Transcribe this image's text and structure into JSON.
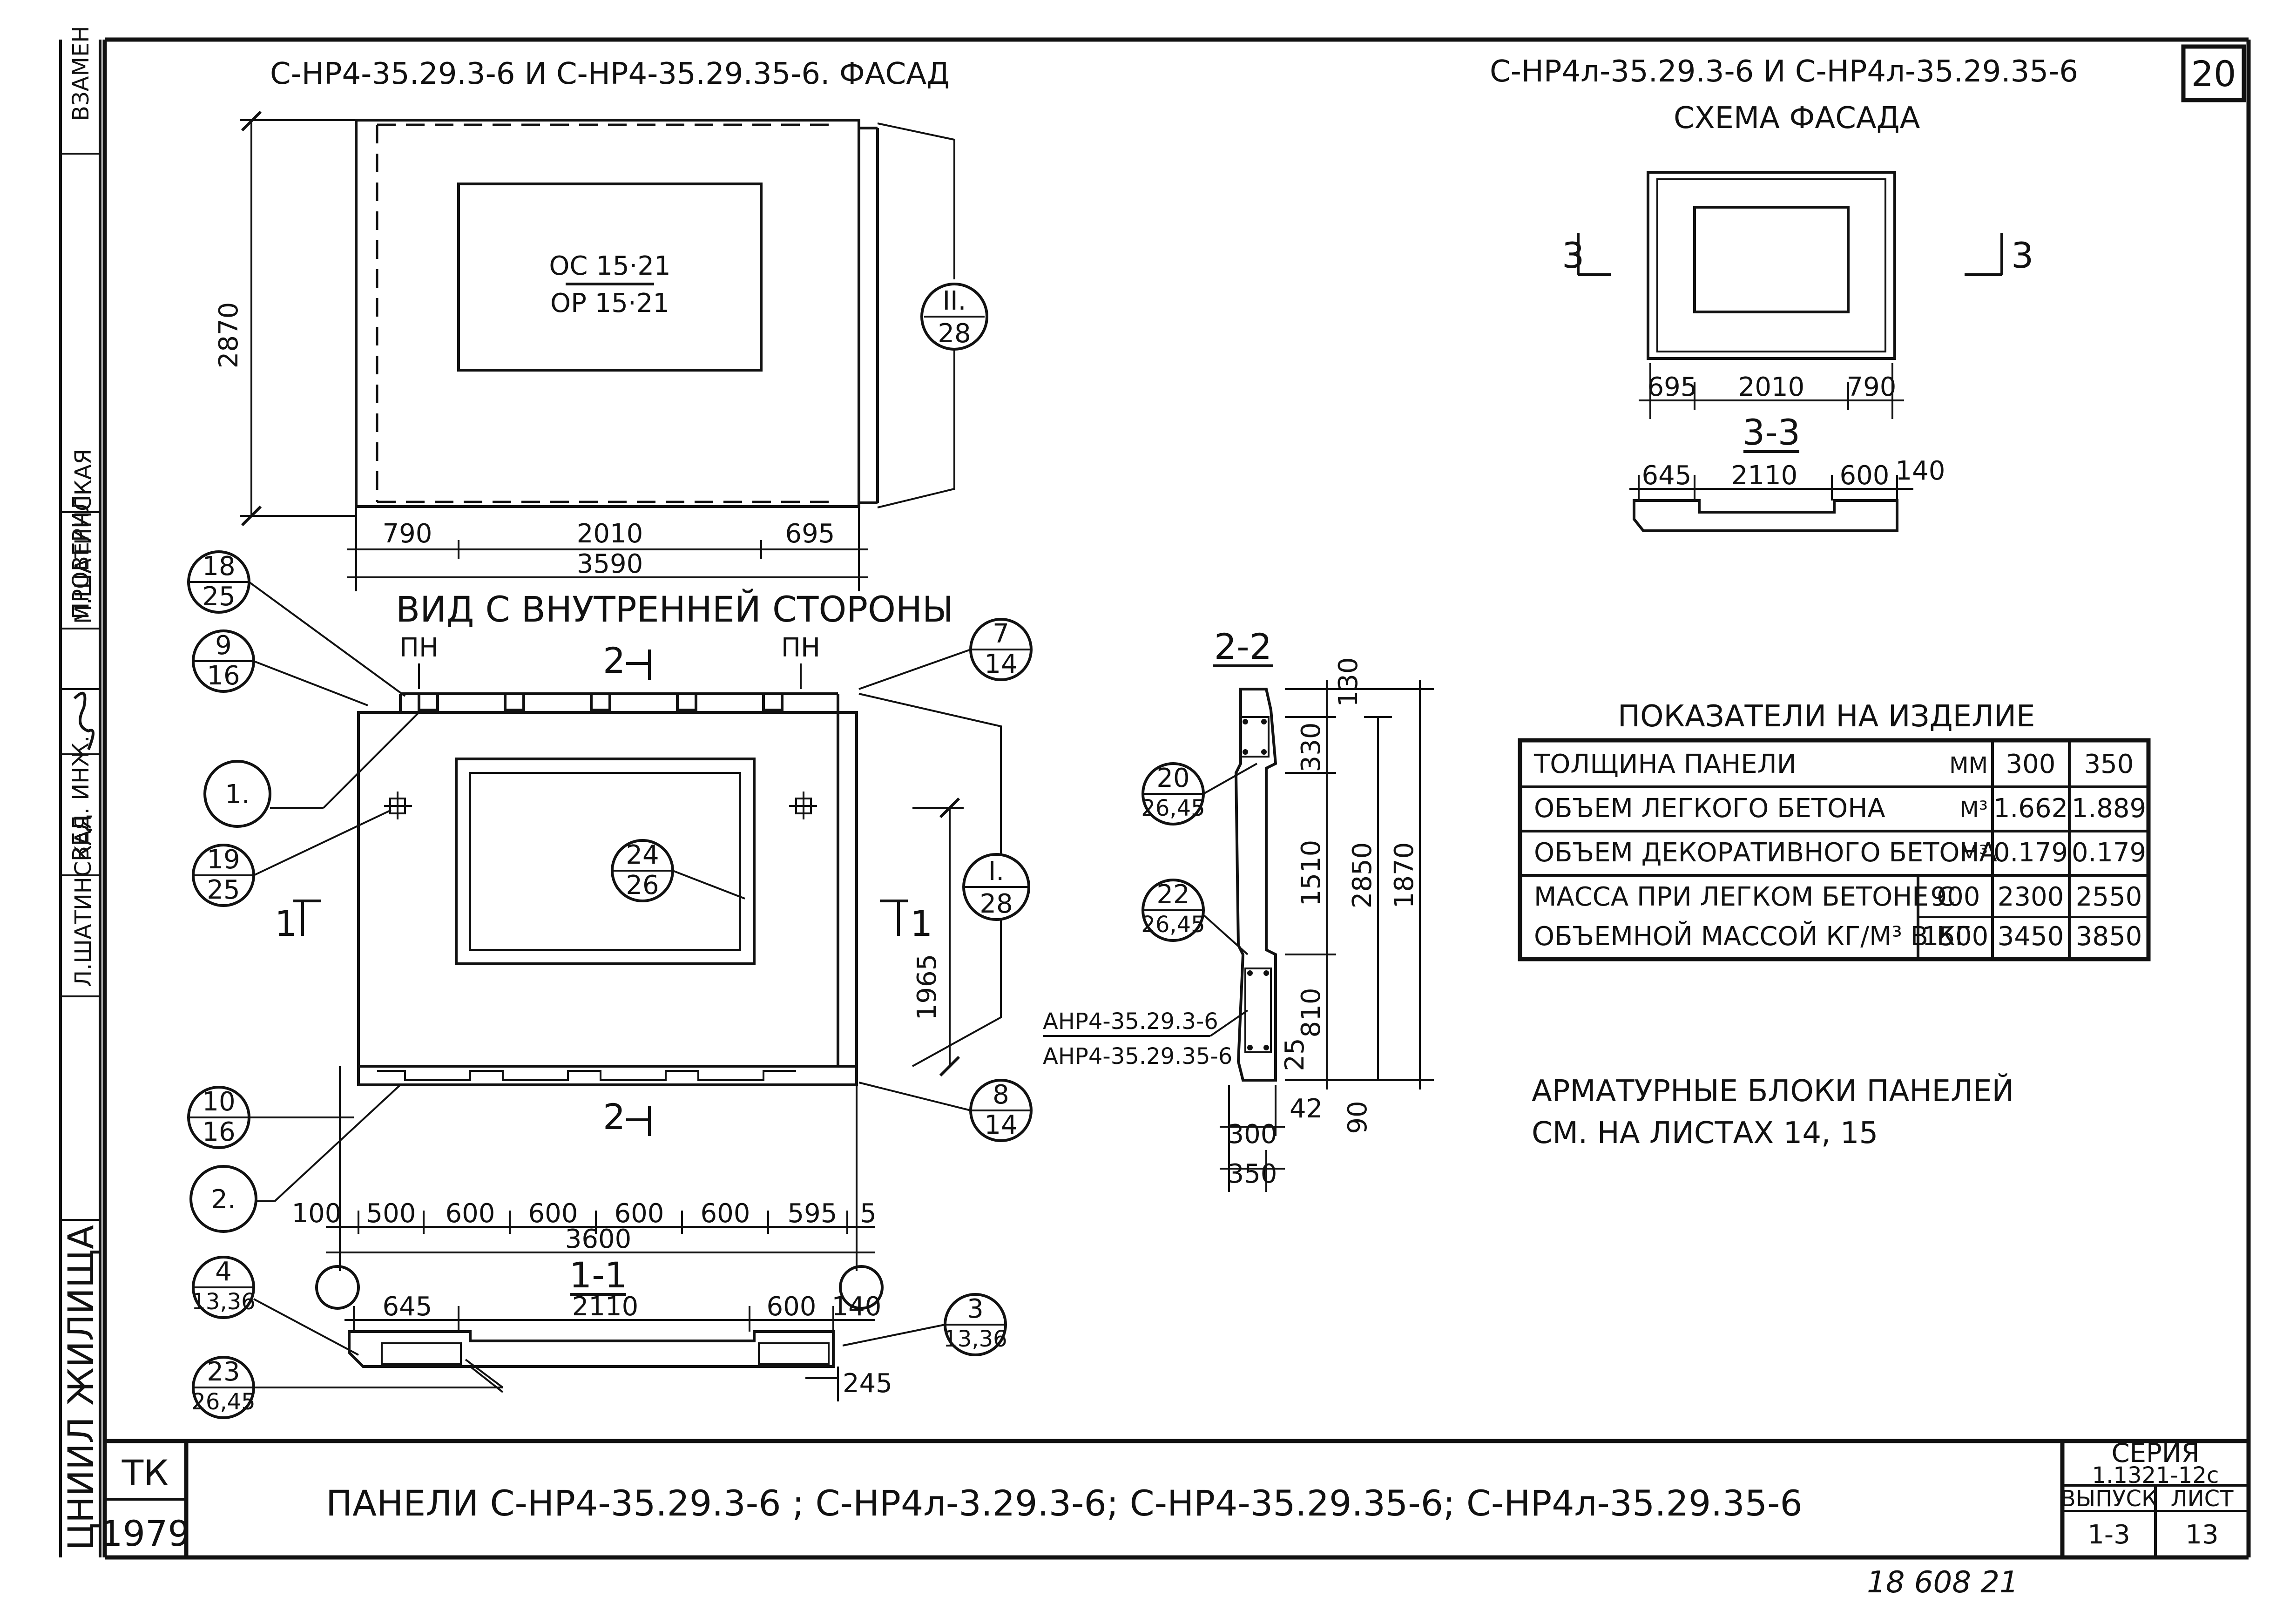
{
  "sheet": {
    "sheet_number": "20",
    "stamp_code": "18 608   21"
  },
  "left_margin": {
    "org": "ЦНИИЛ ЖИЛИЩА",
    "stamp_text": "ВЗАМЕН",
    "roles": [
      "ВЕД. ИНЖ.",
      "ПРОВЕРИЛ"
    ],
    "names": [
      "М.ШАТИНСКАЯ",
      "Л.ШАТИНСКАЯ"
    ]
  },
  "title_block": {
    "tk": "ТК",
    "year": "1979",
    "title": "ПАНЕЛИ С-НР4-35.29.3-6 ; С-НР4л-3.29.3-6;  С-НР4-35.29.35-6; С-НР4л-35.29.35-6",
    "series_label": "СЕРИЯ",
    "series_value": "1.1321-12с",
    "issue_label": "ВЫПУСК",
    "issue_value": "1-3",
    "sheet_label": "ЛИСТ",
    "sheet_value": "13"
  },
  "facade": {
    "title": "С-НР4-35.29.3-6 И С-НР4-35.29.35-6. ФАСАД",
    "window_label_top": "ОС 15·21",
    "window_label_bottom": "ОР 15·21",
    "dim_height": "2870",
    "dims_bottom": [
      "790",
      "2010",
      "695"
    ],
    "dim_total": "3590",
    "callout": {
      "top": "II.",
      "bottom": "28"
    }
  },
  "inner": {
    "title": "ВИД С ВНУТРЕННЕЙ СТОРОНЫ",
    "pn_left": "ПН",
    "pn_right": "ПН",
    "section_mark_top": "2",
    "section_mark_bottom": "2",
    "section_mark_left": "1",
    "section_mark_right": "1",
    "dim_1965": "1965",
    "dims_bottom": [
      "100",
      "500",
      "600",
      "600",
      "600",
      "600",
      "595",
      "5"
    ],
    "dim_total": "3600",
    "axis_left": "",
    "axis_right": ""
  },
  "callouts": [
    {
      "top": "18",
      "bottom": "25"
    },
    {
      "top": "9",
      "bottom": "16"
    },
    {
      "top": "7",
      "bottom": "14"
    },
    {
      "top": "1.",
      "bottom": ""
    },
    {
      "top": "19",
      "bottom": "25"
    },
    {
      "top": "24",
      "bottom": "26"
    },
    {
      "top": "I.",
      "bottom": "28"
    },
    {
      "top": "10",
      "bottom": "16"
    },
    {
      "top": "8",
      "bottom": "14"
    },
    {
      "top": "2.",
      "bottom": ""
    },
    {
      "top": "4",
      "bottom": "13,36"
    },
    {
      "top": "3",
      "bottom": "13,36"
    },
    {
      "top": "23",
      "bottom": "26,45"
    },
    {
      "top": "20",
      "bottom": "26,45"
    },
    {
      "top": "22",
      "bottom": "26,45"
    }
  ],
  "section_1_1": {
    "title": "1-1",
    "dims": [
      "645",
      "2110",
      "600",
      "140"
    ],
    "dim_245": "245"
  },
  "section_2_2": {
    "title": "2-2",
    "dims_right": [
      "130",
      "330",
      "1510",
      "810",
      "25",
      "90"
    ],
    "dim_2850": "2850",
    "dim_1870": "1870",
    "dims_bottom": [
      "42",
      "300",
      "350"
    ],
    "block_label_1": "АНР4-35.29.3-6",
    "block_label_2": "АНР4-35.29.35-6"
  },
  "scheme": {
    "title_line1": "С-НР4л-35.29.3-6 И С-НР4л-35.29.35-6",
    "title_line2": "СХЕМА ФАСАДА",
    "mark_left": "3",
    "mark_right": "3",
    "dims": [
      "695",
      "2010",
      "790"
    ],
    "section_title": "3-3",
    "section_dims": [
      "645",
      "2110",
      "600",
      "140"
    ]
  },
  "indicators": {
    "title": "ПОКАЗАТЕЛИ НА ИЗДЕЛИЕ",
    "rows": [
      {
        "label": "ТОЛЩИНА ПАНЕЛИ",
        "unit": "ММ",
        "v1": "300",
        "v2": "350"
      },
      {
        "label": "ОБЪЕМ ЛЕГКОГО БЕТОНА",
        "unit": "М³",
        "v1": "1.662",
        "v2": "1.889"
      },
      {
        "label": "ОБЪЕМ ДЕКОРАТИВНОГО БЕТОНА",
        "unit": "М³",
        "v1": "0.179",
        "v2": "0.179"
      }
    ],
    "mass_label_1": "МАССА ПРИ ЛЕГКОМ БЕТОНЕ С",
    "mass_label_2": "ОБЪЕМНОЙ МАССОЙ КГ/М³ В КГ",
    "mass_rows": [
      {
        "density": "900",
        "v1": "2300",
        "v2": "2550"
      },
      {
        "density": "1500",
        "v1": "3450",
        "v2": "3850"
      }
    ]
  },
  "note": {
    "line1": "АРМАТУРНЫЕ БЛОКИ ПАНЕЛЕЙ",
    "line2": "СМ. НА ЛИСТАХ 14, 15"
  }
}
